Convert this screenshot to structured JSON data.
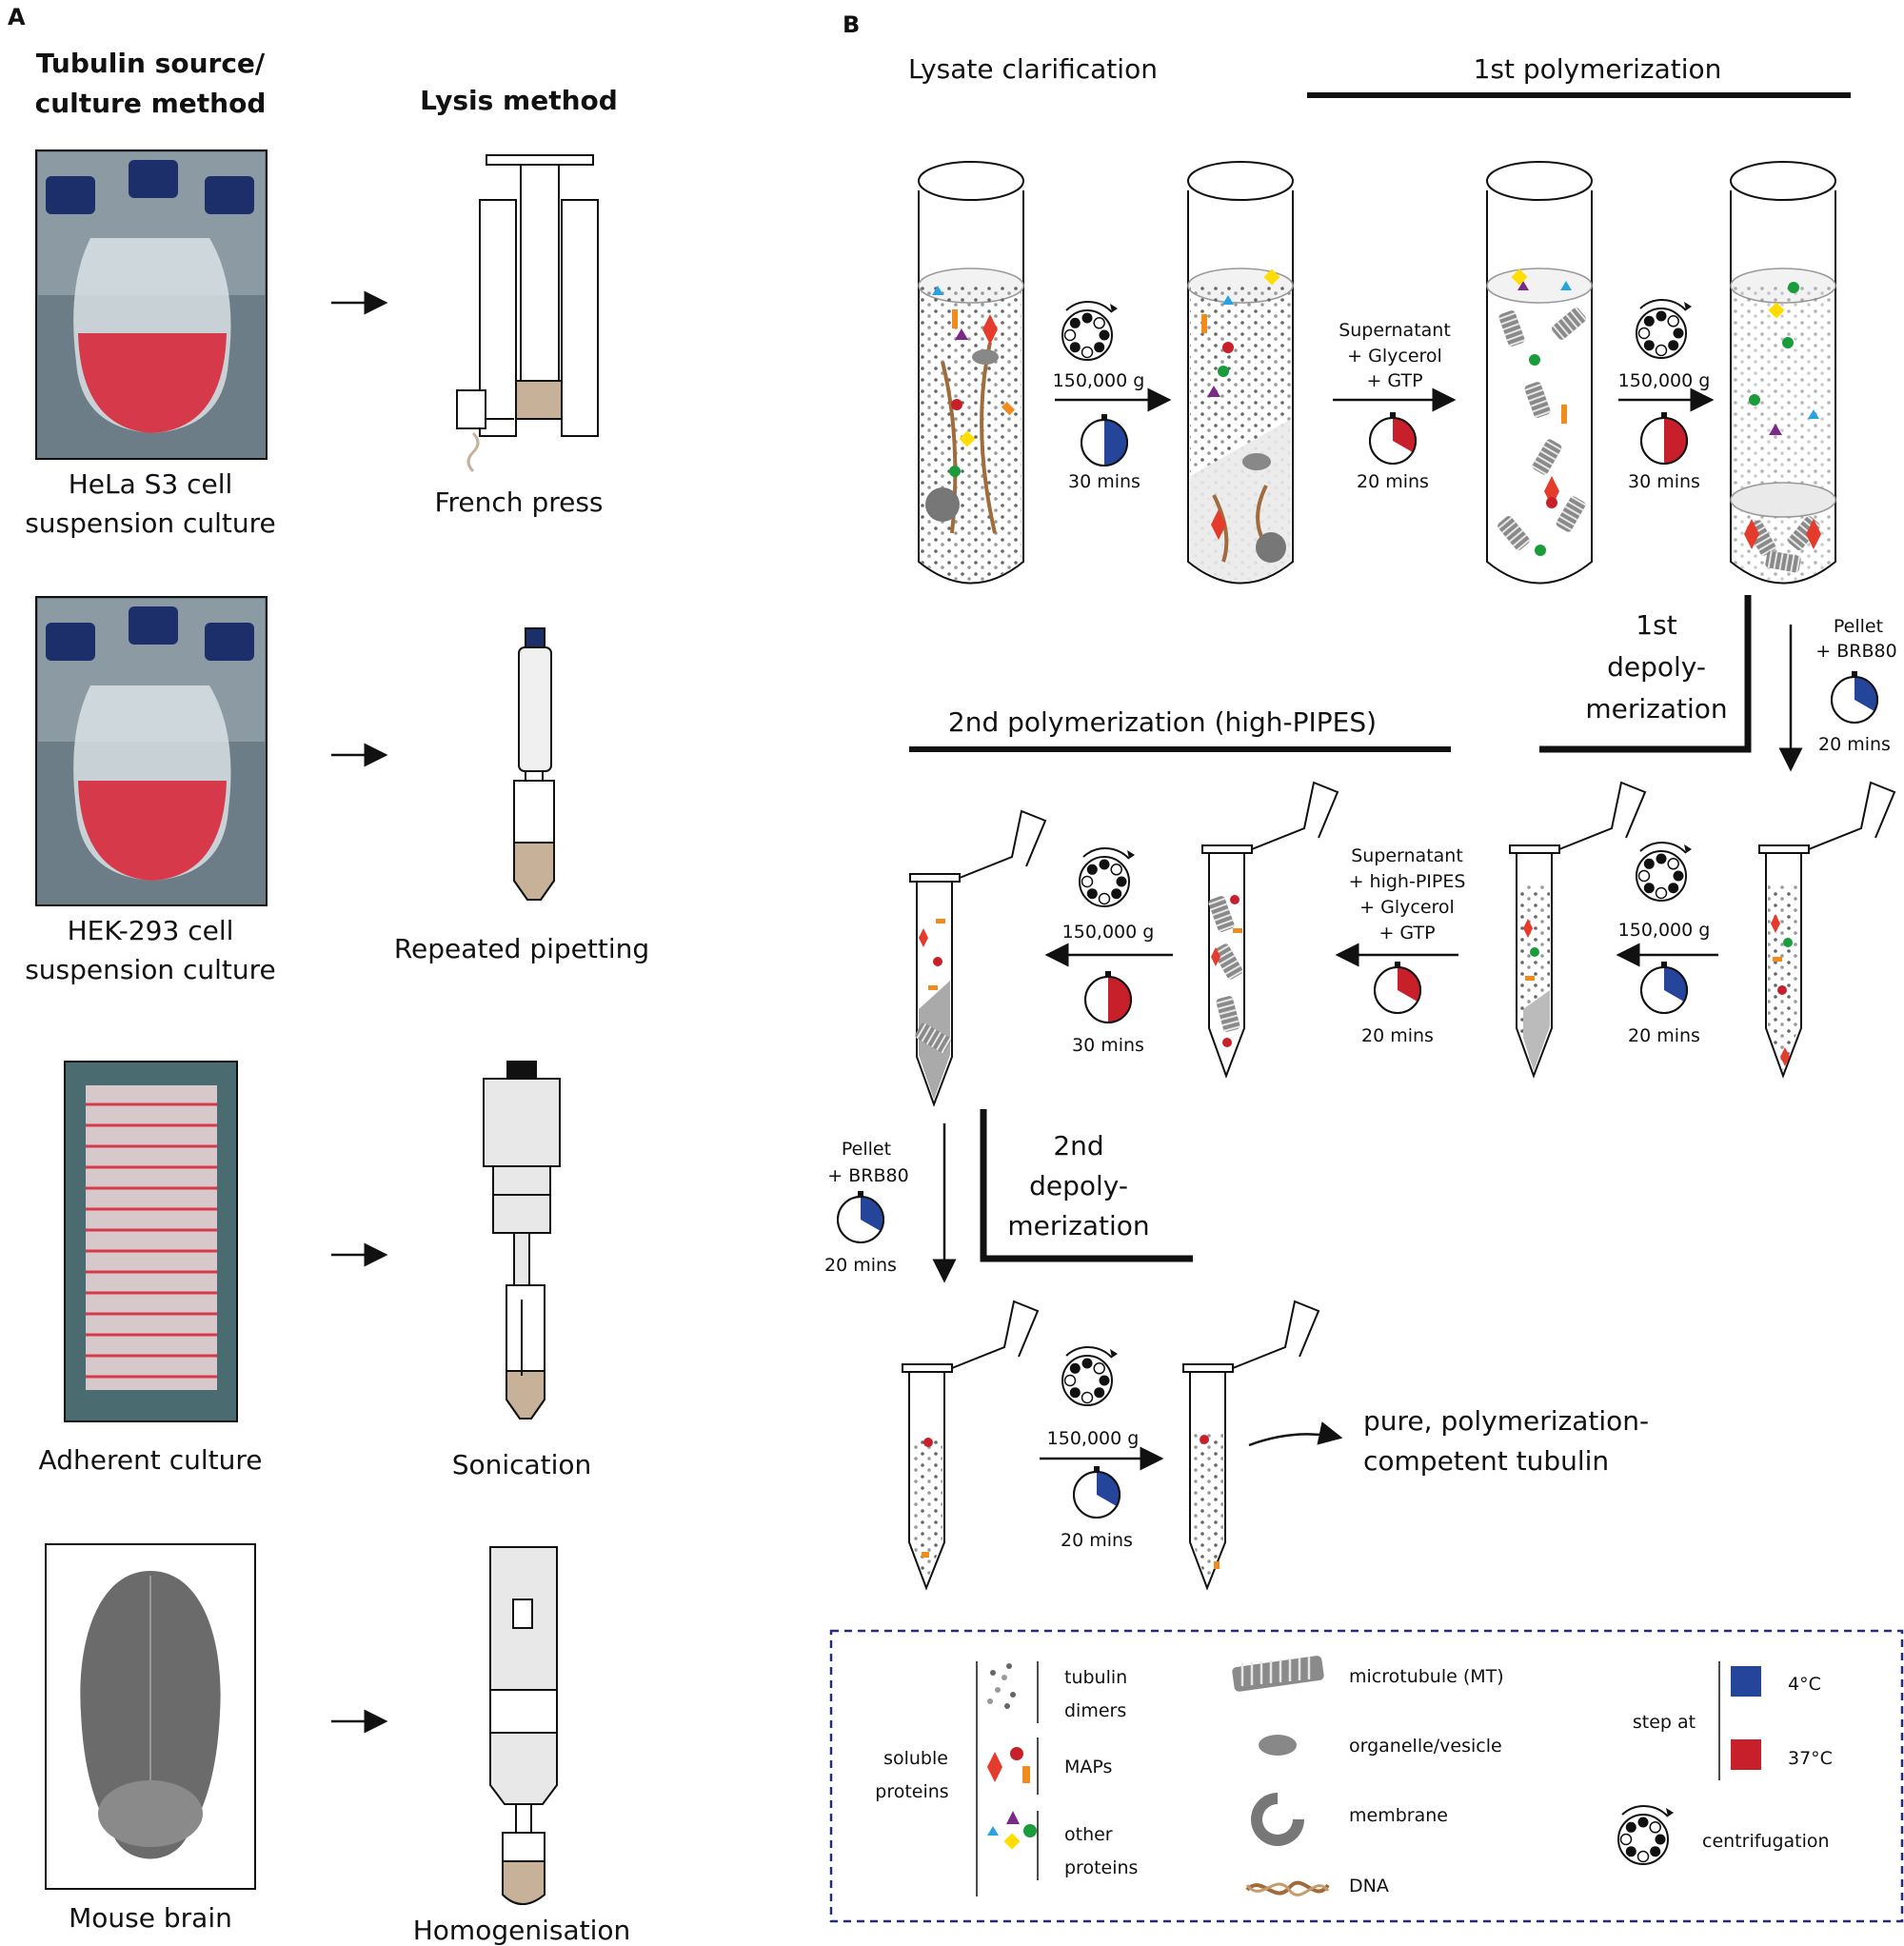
{
  "panel_a": {
    "label": "A",
    "col1_heading": [
      "Tubulin source/",
      "culture method"
    ],
    "col2_heading": "Lysis method",
    "rows": [
      {
        "source": [
          "HeLa S3 cell",
          "suspension culture"
        ],
        "lysis": "French press"
      },
      {
        "source": [
          "HEK-293 cell",
          "suspension culture"
        ],
        "lysis": "Repeated pipetting"
      },
      {
        "source": [
          "Adherent culture"
        ],
        "lysis": "Sonication"
      },
      {
        "source": [
          "Mouse brain"
        ],
        "lysis": "Homogenisation"
      }
    ]
  },
  "panel_b": {
    "label": "B",
    "stage_lysate": "Lysate clarification",
    "stage_poly1": "1st polymerization",
    "stage_depoly1": [
      "1st",
      "depoly-",
      "merization"
    ],
    "stage_poly2": "2nd polymerization (high-PIPES)",
    "stage_depoly2": [
      "2nd",
      "depoly-",
      "merization"
    ],
    "steps": {
      "s1": {
        "speed": "150,000 g",
        "time": "30 mins"
      },
      "s2": {
        "lines": [
          "Supernatant",
          "+ Glycerol",
          "+ GTP"
        ],
        "time": "20 mins"
      },
      "s3": {
        "speed": "150,000 g",
        "time": "30 mins"
      },
      "s4": {
        "lines": [
          "Pellet",
          "+ BRB80"
        ],
        "time": "20 mins"
      },
      "s5": {
        "speed": "150,000 g",
        "time": "20 mins"
      },
      "s6": {
        "lines": [
          "Supernatant",
          "+ high-PIPES",
          "+ Glycerol",
          "+ GTP"
        ],
        "time": "20 mins"
      },
      "s7": {
        "speed": "150,000 g",
        "time": "30 mins"
      },
      "s8": {
        "lines": [
          "Pellet",
          "+ BRB80"
        ],
        "time": "20 mins"
      },
      "s9": {
        "speed": "150,000 g",
        "time": "20 mins"
      }
    },
    "result": [
      "pure, polymerization-",
      "competent tubulin"
    ]
  },
  "legend": {
    "soluble": [
      "soluble",
      "proteins"
    ],
    "tubulin_dimers": [
      "tubulin",
      "dimers"
    ],
    "maps": "MAPs",
    "other_proteins": [
      "other",
      "proteins"
    ],
    "microtubule": "microtubule (MT)",
    "organelle": "organelle/vesicle",
    "membrane": "membrane",
    "dna": "DNA",
    "step_at": "step at",
    "cold": "4°C",
    "warm": "37°C",
    "centrifugation": "centrifugation"
  },
  "colors": {
    "cold": "#24459a",
    "warm": "#c8202b",
    "dashed_border": "#2a2a7a",
    "liquid": "#f7a3a8",
    "pellet": "#c7b299"
  }
}
